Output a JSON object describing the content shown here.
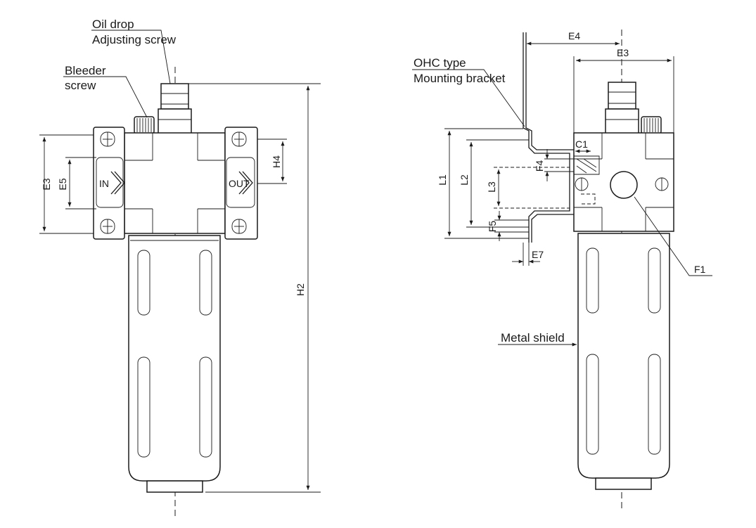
{
  "labels": {
    "oil_drop": "Oil drop",
    "adjusting_screw": "Adjusting screw",
    "bleeder": "Bleeder",
    "screw": "screw",
    "ohc_type": "OHC type",
    "mounting_bracket": "Mounting bracket",
    "metal_shield": "Metal shield",
    "port_in": "IN",
    "port_out": "OUT"
  },
  "dims": {
    "e3_left": "E3",
    "e5": "E5",
    "h4": "H4",
    "h2": "H2",
    "e4": "E4",
    "e3_right": "E3",
    "c1": "C1",
    "f4": "F4",
    "l1": "L1",
    "l2": "L2",
    "l3": "L3",
    "f5": "F5",
    "e7": "E7",
    "f1": "F1"
  }
}
